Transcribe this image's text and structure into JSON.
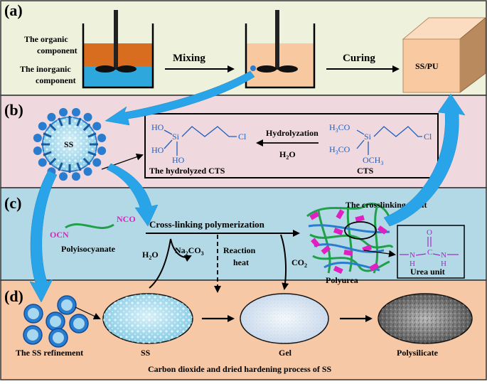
{
  "panels": {
    "a": {
      "label": "(a)",
      "organic_component": [
        "The organic",
        "component"
      ],
      "inorganic_component": [
        "The inorganic",
        "component"
      ],
      "mixing": "Mixing",
      "curing": "Curing",
      "product": "SS/PU",
      "colors": {
        "background": "#eef2dc",
        "organic": "#d96d1f",
        "inorganic": "#2ea7dd",
        "mixture": "#f8c9a0",
        "cube": "#f9c9a1"
      }
    },
    "b": {
      "label": "(b)",
      "ss": "SS",
      "hydrolyzation": "Hydrolyzation",
      "h2o": [
        "H",
        "2",
        "O"
      ],
      "hydrolyzed_cts": "The hydrolyzed CTS",
      "cts": "CTS",
      "ho": "HO",
      "si": "Si",
      "cl": "Cl",
      "h3co": [
        "H",
        "3",
        "CO"
      ],
      "och3": [
        "OCH",
        "3"
      ],
      "colors": {
        "background": "#f0d9de",
        "chem": "#1f5fbf"
      }
    },
    "c": {
      "label": "(c)",
      "nco": "NCO",
      "ocn": "OCN",
      "polyisocyanate": "Polyisocyanate",
      "cross_linking": "Cross-linking polymerization",
      "crosslinking_point": "The crosslinking point",
      "h2o": [
        "H",
        "2",
        "O"
      ],
      "na2co3": [
        "Na",
        "2",
        "CO",
        "3"
      ],
      "reaction_heat": [
        "Reaction",
        "heat"
      ],
      "co2": [
        "CO",
        "2"
      ],
      "polyurea": "Polyurea",
      "urea_unit": "Urea unit",
      "urea_o": "O",
      "urea_c": "C",
      "urea_n": "N",
      "urea_h": "H",
      "colors": {
        "background": "#b3d9e6",
        "magenta": "#e020c0",
        "green": "#21a04a",
        "blue": "#2a7ccf"
      }
    },
    "d": {
      "label": "(d)",
      "ss_refinement": "The SS refinement",
      "ss": "SS",
      "gel": "Gel",
      "polysilicate": "Polysilicate",
      "process": "Carbon dioxide and dried hardening process of SS",
      "colors": {
        "background": "#f7c8a5"
      }
    }
  }
}
